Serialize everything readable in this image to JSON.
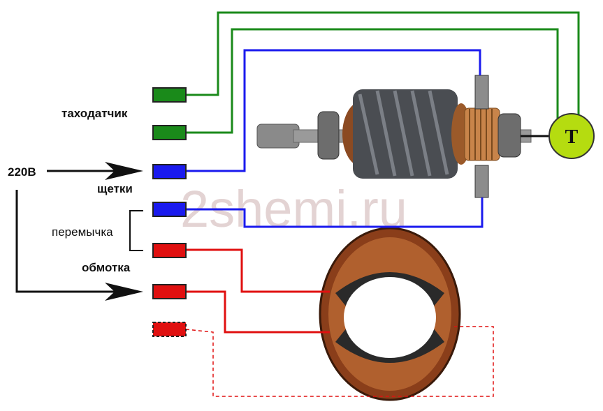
{
  "labels": {
    "tacho": "таходатчик",
    "voltage": "220В",
    "brushes": "щетки",
    "jumper": "перемычка",
    "winding": "обмотка",
    "tacho_symbol": "T"
  },
  "watermark": "2shemi.ru",
  "colors": {
    "tacho_wire": "#1a8a1a",
    "brush_wire": "#1a1aee",
    "winding_wire": "#e01010",
    "tacho_body": "#b5dc10",
    "copper": "#a0522d"
  }
}
